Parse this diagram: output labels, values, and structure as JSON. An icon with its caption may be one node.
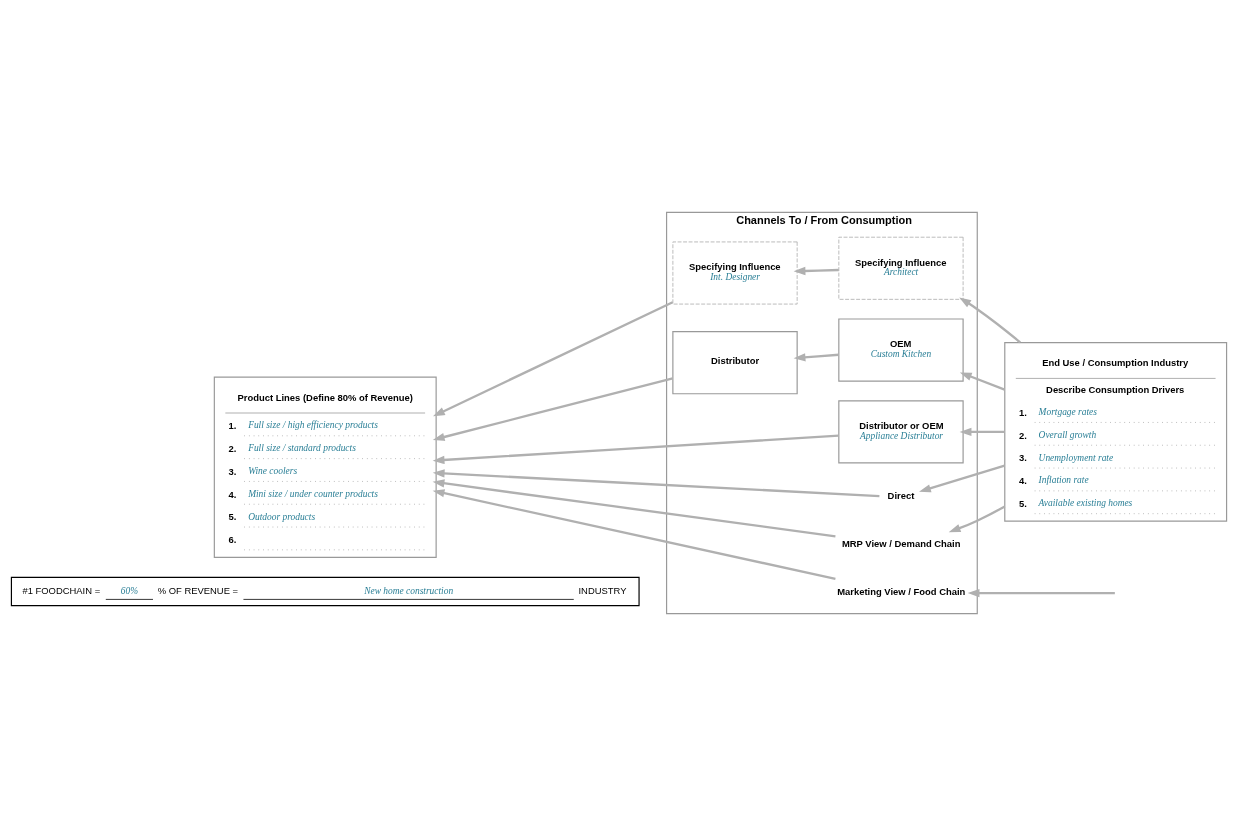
{
  "diagram": {
    "nodes": [
      {
        "text": [
          "#1 FOODCHAIN =",
          "60%",
          "% OF REVENUE =",
          "New home construction",
          "INDUSTRY"
        ]
      },
      {
        "text": [
          "Product Lines (Define 80% of Revenue)",
          "1.",
          "Full size / high efficiency products",
          "2.",
          "Full size / standard products",
          "3.",
          "Wine coolers",
          "4.",
          "Mini size / under counter products",
          "5.",
          "Outdoor products",
          "6."
        ]
      },
      {
        "text": [
          "Channels To / From Consumption"
        ]
      },
      {
        "text": [
          "Specifying Influence",
          "Int. Designer"
        ],
        "in": 2
      },
      {
        "text": [
          "Specifying Influence",
          "Architect"
        ],
        "in": 2
      },
      {
        "text": [
          "Distributor"
        ],
        "in": 2
      },
      {
        "text": [
          "OEM",
          "Custom Kitchen"
        ],
        "in": 2
      },
      {
        "text": [
          "Distributor or OEM",
          "Appliance Distributor"
        ],
        "in": 2
      },
      {
        "text": [
          "Direct"
        ],
        "in": 2
      },
      {
        "text": [
          "MRP View / Demand Chain"
        ],
        "in": 2
      },
      {
        "text": [
          "Marketing View / Food Chain"
        ],
        "in": 2
      },
      {
        "text": [
          "End Use / Consumption Industry",
          "Describe Consumption Drivers",
          "1.",
          "Mortgage rates",
          "2.",
          "Overall growth",
          "3.",
          "Unemployment rate",
          "4.",
          "Inflation rate",
          "5.",
          "Available existing homes"
        ]
      }
    ],
    "edges": [
      {
        "from": 11,
        "to": 4,
        "arrow": "to"
      },
      {
        "from": 4,
        "to": 3,
        "arrow": "to"
      },
      {
        "from": 3,
        "to": 1,
        "arrow": "to"
      },
      {
        "from": 11,
        "to": 6,
        "arrow": "to"
      },
      {
        "from": 6,
        "to": 5,
        "arrow": "to"
      },
      {
        "from": 5,
        "to": 1,
        "arrow": "to"
      },
      {
        "from": 11,
        "to": 7,
        "arrow": "to"
      },
      {
        "from": 7,
        "to": 1,
        "arrow": "to"
      },
      {
        "from": 11,
        "to": 8,
        "arrow": "to"
      },
      {
        "from": 8,
        "to": 1,
        "arrow": "to"
      },
      {
        "from": 11,
        "to": 9,
        "arrow": "to"
      },
      {
        "from": 9,
        "to": 1,
        "arrow": "to"
      },
      {
        "from": null,
        "to": 10,
        "arrow": "to"
      },
      {
        "from": 10,
        "to": 1,
        "arrow": "to"
      }
    ]
  }
}
